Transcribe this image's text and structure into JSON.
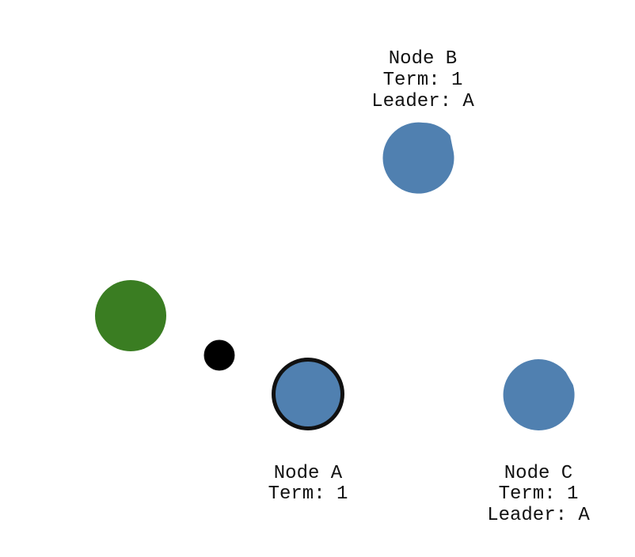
{
  "colors": {
    "background": "#ffffff",
    "node_fill": "#5080b0",
    "leader_outline": "#111111",
    "client_fill": "#3a7d22",
    "message_fill": "#000000",
    "text": "#111111"
  },
  "nodes": [
    {
      "id": "A",
      "name": "Node A",
      "term": "Term: 1",
      "leader": "",
      "is_leader": true,
      "timeout_elapsed_fraction": 0
    },
    {
      "id": "B",
      "name": "Node B",
      "term": "Term: 1",
      "leader": "Leader: A",
      "is_leader": false,
      "timeout_elapsed_fraction": 0.05
    },
    {
      "id": "C",
      "name": "Node C",
      "term": "Term: 1",
      "leader": "Leader: A",
      "is_leader": false,
      "timeout_elapsed_fraction": 0.05
    }
  ],
  "client": {
    "icon": "client-circle"
  },
  "message": {
    "icon": "message-dot"
  }
}
